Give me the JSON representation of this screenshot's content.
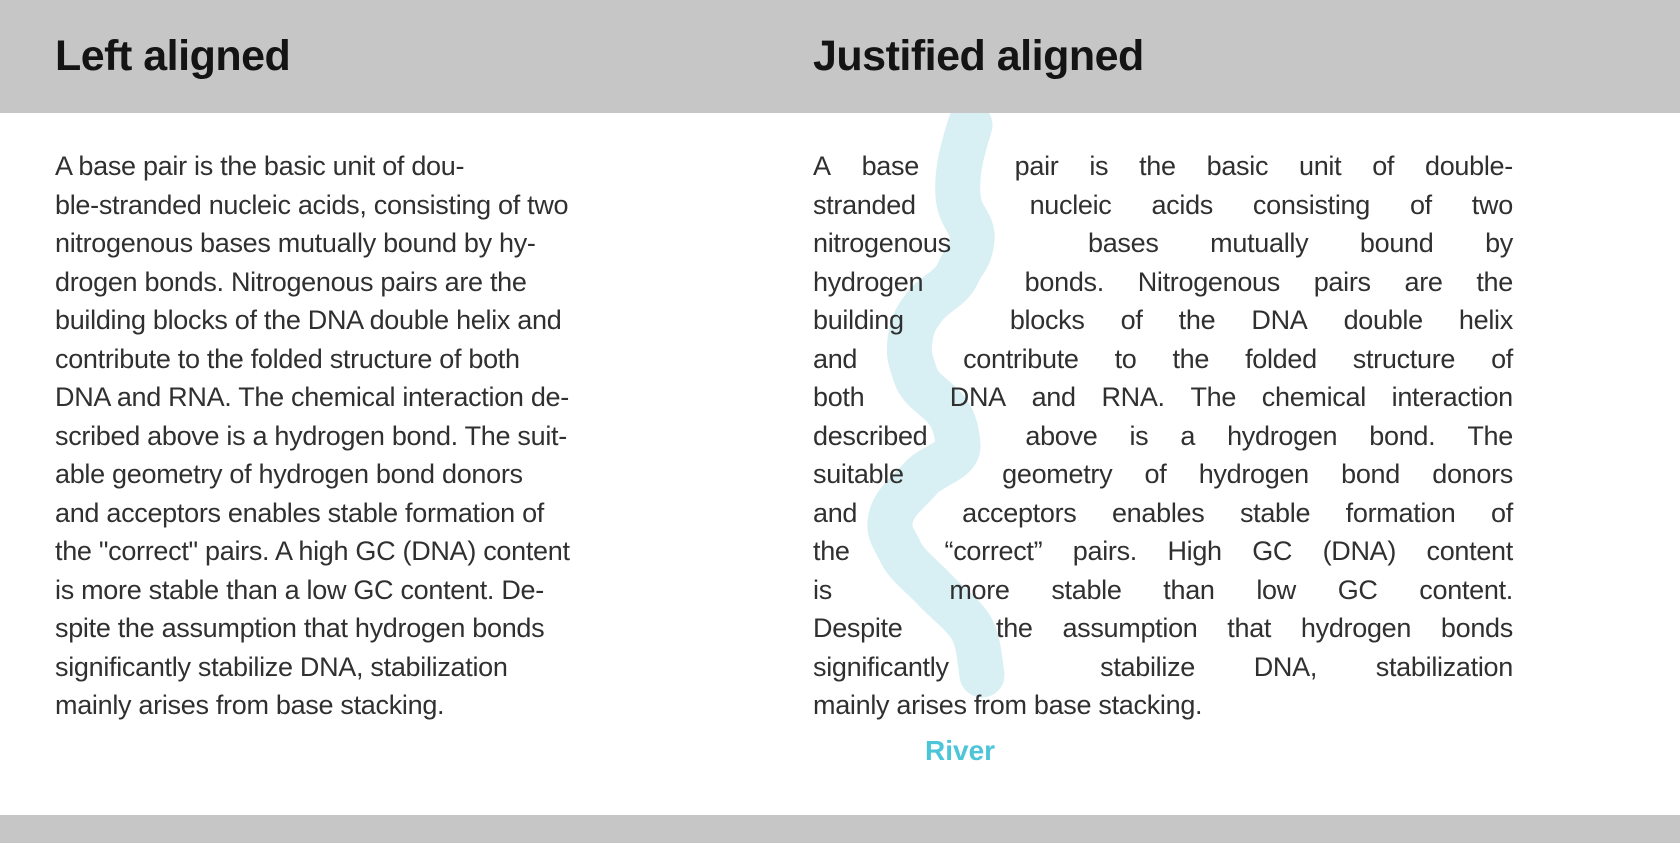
{
  "header": {
    "left_title": "Left aligned",
    "right_title": "Justified aligned"
  },
  "left_column": {
    "lines": [
      "A base pair is the basic unit of dou-",
      "ble-stranded nucleic acids, consisting of two",
      "nitrogenous bases mutually bound by hy-",
      "drogen bonds. Nitrogenous pairs are the",
      "building blocks of the DNA double helix and",
      "contribute to the folded structure of both",
      "DNA and RNA. The chemical interaction de-",
      "scribed above is a hydrogen bond. The suit-",
      "able geometry of hydrogen bond donors",
      "and acceptors enables stable formation of",
      "the \"correct\" pairs. A high GC (DNA) content",
      "is more stable than a low GC content. De-",
      "spite the assumption that hydrogen bonds",
      "significantly stabilize DNA, stabilization",
      "mainly arises from base stacking."
    ]
  },
  "right_column": {
    "lines": [
      {
        "words": [
          "A",
          "base",
          "pair",
          "is",
          "the",
          "basic",
          "unit",
          "of",
          "double-"
        ],
        "river_gap_after": 1
      },
      {
        "words": [
          "stranded",
          "nucleic",
          "acids",
          "consisting",
          "of",
          "two"
        ],
        "river_gap_after": 0
      },
      {
        "words": [
          "nitrogenous",
          "bases",
          "mutually",
          "bound",
          "by"
        ],
        "river_gap_after": 0
      },
      {
        "words": [
          "hydrogen",
          "bonds.",
          "Nitrogenous",
          "pairs",
          "are",
          "the"
        ],
        "river_gap_after": 0
      },
      {
        "words": [
          "building",
          "blocks",
          "of",
          "the",
          "DNA",
          "double",
          "helix"
        ],
        "river_gap_after": 0
      },
      {
        "words": [
          "and",
          "contribute",
          "to",
          "the",
          "folded",
          "structure",
          "of"
        ],
        "river_gap_after": 0
      },
      {
        "words": [
          "both",
          "DNA",
          "and",
          "RNA.",
          "The",
          "chemical",
          "interaction"
        ],
        "river_gap_after": 0
      },
      {
        "words": [
          "described",
          "above",
          "is",
          "a",
          "hydrogen",
          "bond.",
          "The"
        ],
        "river_gap_after": 0
      },
      {
        "words": [
          "suitable",
          "geometry",
          "of",
          "hydrogen",
          "bond",
          "donors"
        ],
        "river_gap_after": 0
      },
      {
        "words": [
          "and",
          "acceptors",
          "enables",
          "stable",
          "formation",
          "of"
        ],
        "river_gap_after": 0
      },
      {
        "words": [
          "the",
          "“correct”",
          "pairs.",
          "High",
          "GC",
          "(DNA)",
          "content"
        ],
        "river_gap_after": 0
      },
      {
        "words": [
          "is",
          "more",
          "stable",
          "than",
          "low",
          "GC",
          "content."
        ],
        "river_gap_after": 0
      },
      {
        "words": [
          "Despite",
          "the",
          "assumption",
          "that",
          "hydrogen",
          "bonds"
        ],
        "river_gap_after": 0
      },
      {
        "words": [
          "significantly",
          "stabilize",
          "DNA,",
          "stabilization"
        ],
        "river_gap_after": 0
      }
    ],
    "last_line": "mainly arises from base stacking.",
    "river_label": "River"
  },
  "colors": {
    "header_bg": "#c6c6c6",
    "footer_bg": "#c6c6c6",
    "body_text": "#303030",
    "heading_text": "#141414",
    "river_fill": "#d8f0f4",
    "river_label_color": "#4cc5d9"
  }
}
